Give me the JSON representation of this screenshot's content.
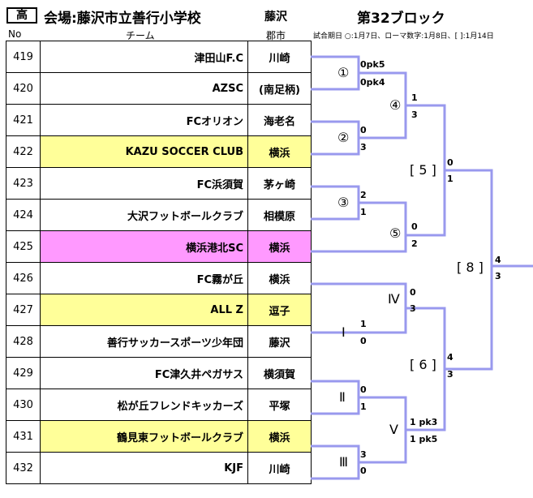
{
  "header": {
    "grade": "高",
    "venue": "会場:藤沢市立善行小学校",
    "city": "藤沢",
    "block": "第32ブロック",
    "col_no": "No",
    "col_team": "チーム",
    "col_city": "郡市",
    "note": "試合期日 ○:1月7日、ローマ数字:1月8日、[ ]:1月14日"
  },
  "teams": [
    {
      "no": "419",
      "name": "津田山F.C",
      "pref": "川崎",
      "hl": ""
    },
    {
      "no": "420",
      "name": "AZSC",
      "pref": "(南足柄)",
      "hl": ""
    },
    {
      "no": "421",
      "name": "FCオリオン",
      "pref": "海老名",
      "hl": ""
    },
    {
      "no": "422",
      "name": "KAZU SOCCER CLUB",
      "pref": "横浜",
      "hl": "yel"
    },
    {
      "no": "423",
      "name": "FC浜須賀",
      "pref": "茅ヶ崎",
      "hl": ""
    },
    {
      "no": "424",
      "name": "大沢フットボールクラブ",
      "pref": "相模原",
      "hl": ""
    },
    {
      "no": "425",
      "name": "横浜港北SC",
      "pref": "横浜",
      "hl": "pink"
    },
    {
      "no": "426",
      "name": "FC霧が丘",
      "pref": "横浜",
      "hl": ""
    },
    {
      "no": "427",
      "name": "ALL Z",
      "pref": "逗子",
      "hl": "yel"
    },
    {
      "no": "428",
      "name": "善行サッカースポーツ少年団",
      "pref": "藤沢",
      "hl": ""
    },
    {
      "no": "429",
      "name": "FC津久井ペガサス",
      "pref": "横須賀",
      "hl": ""
    },
    {
      "no": "430",
      "name": "松が丘フレンドキッカーズ",
      "pref": "平塚",
      "hl": ""
    },
    {
      "no": "431",
      "name": "鶴見東フットボールクラブ",
      "pref": "横浜",
      "hl": "yel"
    },
    {
      "no": "432",
      "name": "KJF",
      "pref": "川崎",
      "hl": ""
    }
  ],
  "matches": {
    "m1": {
      "label": "①",
      "top": "0pk5",
      "bottom": "0pk4"
    },
    "m2": {
      "label": "②",
      "top": "0",
      "bottom": "3"
    },
    "m3": {
      "label": "③",
      "top": "2",
      "bottom": "1"
    },
    "m4": {
      "label": "④",
      "top": "1",
      "bottom": "3"
    },
    "m5": {
      "label": "⑤",
      "top": "0",
      "bottom": "2"
    },
    "r5": {
      "label": "[ 5 ]",
      "top": "0",
      "bottom": "1"
    },
    "r6": {
      "label": "[ 6 ]",
      "top": "4",
      "bottom": "3"
    },
    "r8": {
      "label": "[ 8 ]",
      "top": "4",
      "bottom": "3"
    },
    "rI": {
      "label": "Ⅰ",
      "top": "1",
      "bottom": "0"
    },
    "rII": {
      "label": "Ⅱ",
      "top": "0",
      "bottom": "1"
    },
    "rIII": {
      "label": "Ⅲ",
      "top": "3",
      "bottom": "0"
    },
    "rIV": {
      "label": "Ⅳ",
      "top": "0",
      "bottom": "3"
    },
    "rV": {
      "label": "Ⅴ",
      "top": "1 pk3",
      "bottom": "1 pk5"
    }
  }
}
